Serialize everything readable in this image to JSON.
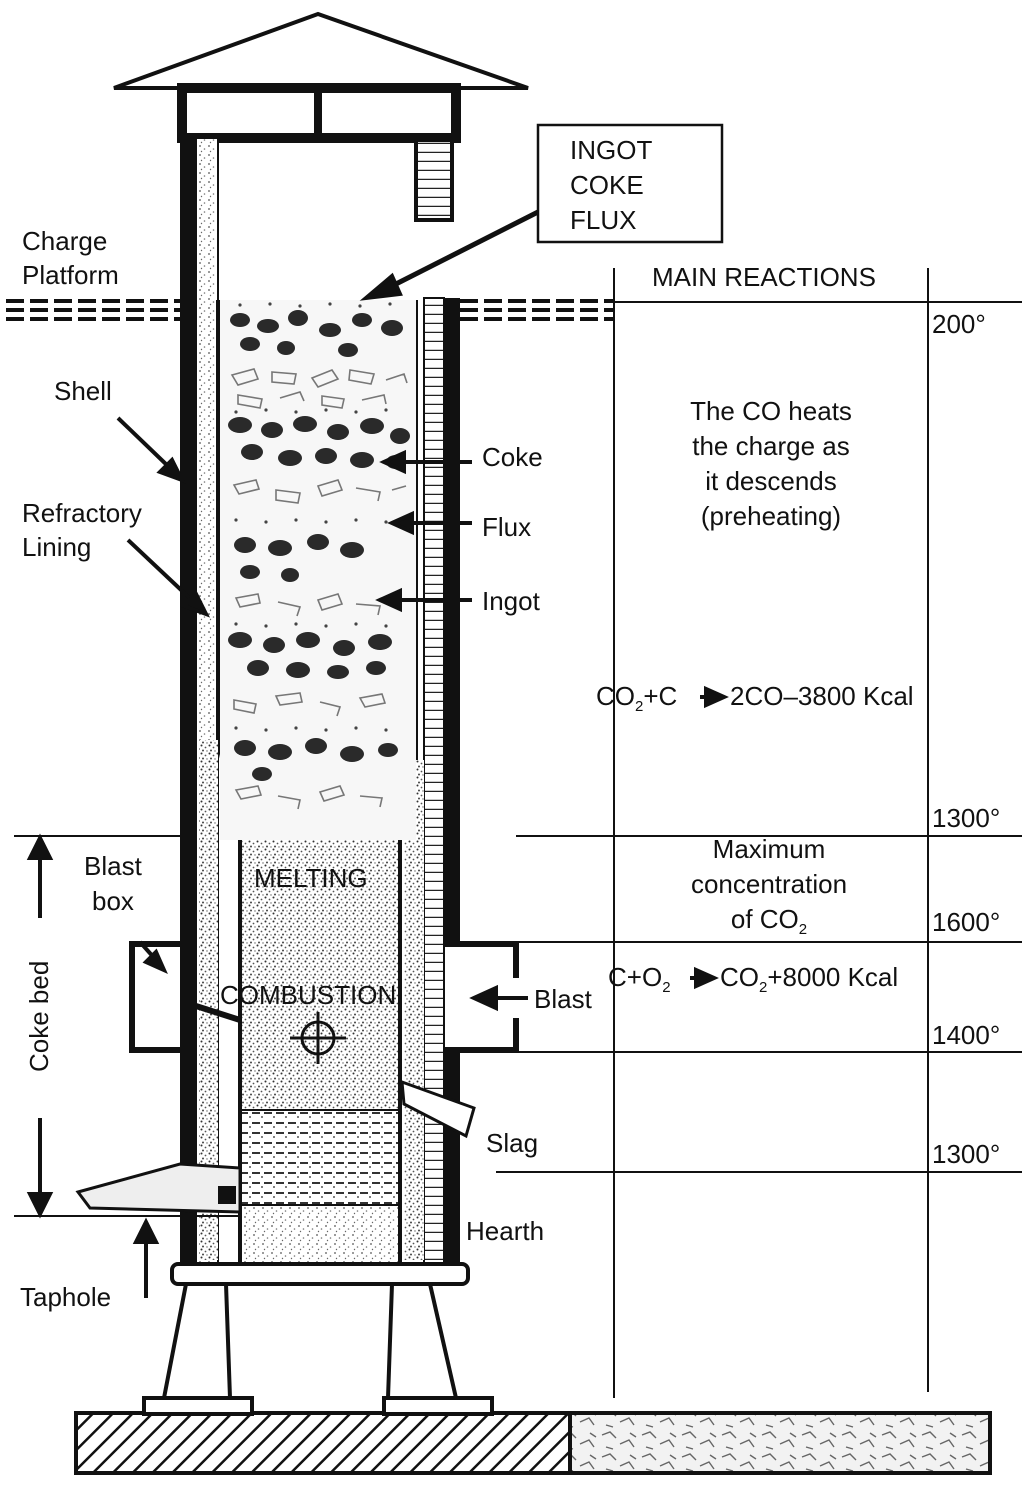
{
  "colors": {
    "ink": "#111111",
    "paper": "#ffffff",
    "speckle": "#8a8a8a"
  },
  "charge_box": [
    "INGOT",
    "COKE",
    "FLUX"
  ],
  "left_labels": {
    "charge_platform": [
      "Charge",
      "Platform"
    ],
    "shell": "Shell",
    "refractory_lining": [
      "Refractory",
      "Lining"
    ],
    "blast_box": [
      "Blast",
      "box"
    ],
    "coke_bed": "Coke bed",
    "taphole": "Taphole"
  },
  "charge_layers": {
    "coke": "Coke",
    "flux": "Flux",
    "ingot": "Ingot"
  },
  "zones": {
    "melting": "MELTING",
    "combustion": "COMBUSTION"
  },
  "right_side_labels": {
    "blast": "Blast",
    "slag": "Slag",
    "hearth": "Hearth"
  },
  "reactions": {
    "header": "MAIN REACTIONS",
    "preheating": [
      "The CO heats",
      "the charge as",
      "it descends",
      "(preheating)"
    ],
    "reduction": {
      "pre": "CO",
      "sub": "2",
      "post": "+C",
      "result": "2CO–3800 Kcal"
    },
    "max_concentration": {
      "line1": "Maximum",
      "line2": "concentration",
      "line3_pre": "of CO",
      "line3_sub": "2"
    },
    "combustion": {
      "pre": "C+O",
      "sub1": "2",
      "mid": "CO",
      "sub2": "2",
      "result": "+8000 Kcal"
    }
  },
  "temperatures": [
    "200°",
    "1300°",
    "1600°",
    "1400°",
    "1300°"
  ]
}
